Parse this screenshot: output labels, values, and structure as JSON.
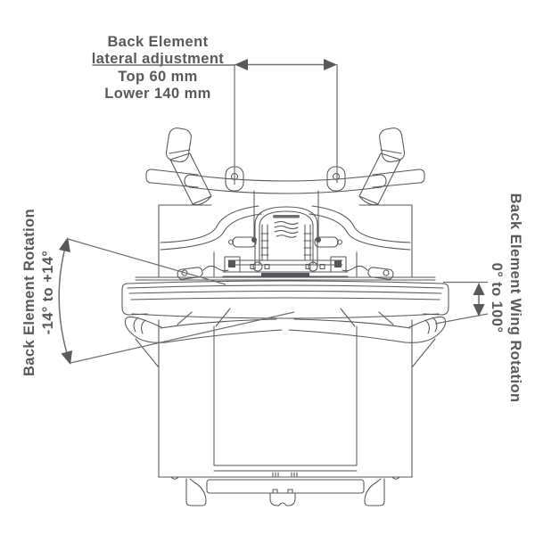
{
  "page": {
    "background": "#ffffff"
  },
  "diagram": {
    "subject": "back-element-adjustment-top-view-technical-drawing",
    "colors": {
      "text": "#58595b",
      "dimension_lines": "#6d6e71",
      "drawing_lines": "#55565a",
      "background": "#ffffff"
    },
    "annotations": {
      "lateral_adjustment": {
        "title_line1": "Back Element",
        "title_line2": "lateral adjustment",
        "value_line1": "Top 60 mm",
        "value_line2": "Lower 140 mm"
      },
      "element_rotation": {
        "title": "Back Element Rotation",
        "value": "-14° to +14°"
      },
      "wing_rotation": {
        "title": "Back Element Wing Rotation",
        "value": "0° to 100°"
      }
    }
  }
}
